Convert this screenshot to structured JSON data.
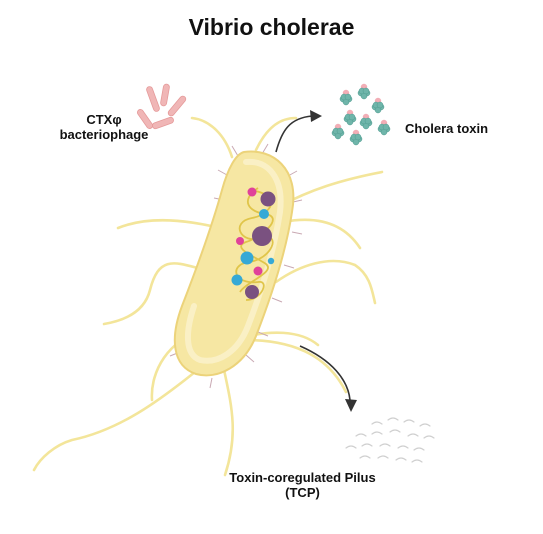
{
  "title": "Vibrio cholerae",
  "labels": {
    "phage_line1": "CTXφ",
    "phage_line2": "bacteriophage",
    "toxin": "Cholera toxin",
    "tcp_line1": "Toxin-coregulated Pilus",
    "tcp_line2": "(TCP)"
  },
  "colors": {
    "cell_fill": "#f6e7a3",
    "cell_edge": "#ecd37a",
    "flagella": "#f3e59a",
    "dna": "#e0c54a",
    "purple": "#7a5180",
    "cyan": "#36a9d6",
    "magenta": "#e0429a",
    "phage": "#f0b6b6",
    "toxin_teal": "#6fb5aa",
    "toxin_pink": "#f2aeb6",
    "arrow": "#333333",
    "pilus": "#d8d8d8"
  }
}
